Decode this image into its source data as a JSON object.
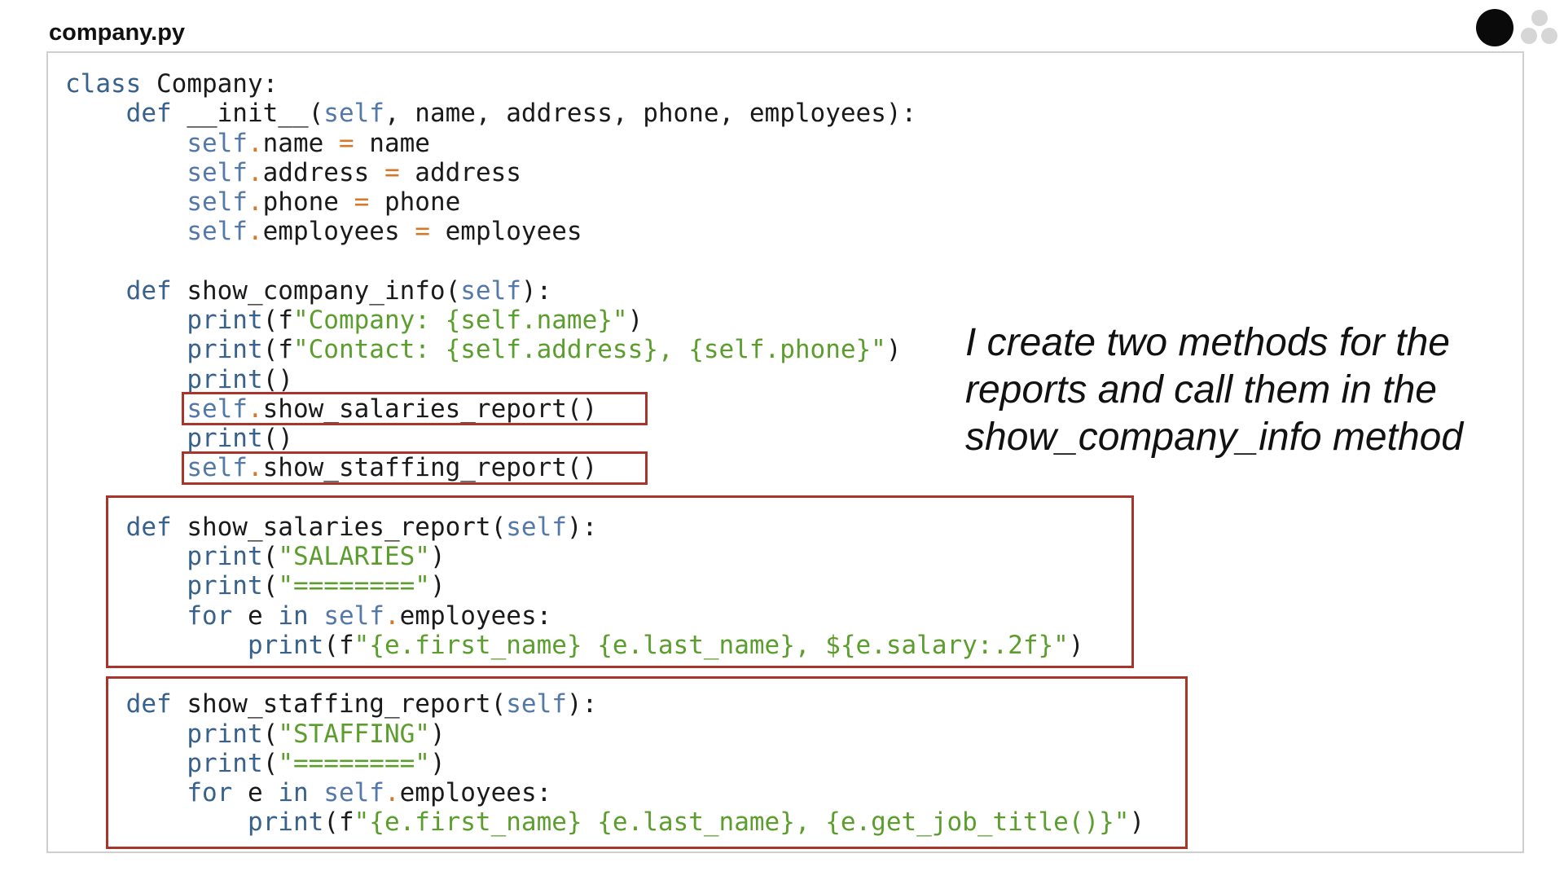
{
  "file_title": "company.py",
  "annotation": "I create two methods for the reports and call them in the show_company_info method",
  "colors": {
    "keyword": "#38618c",
    "self": "#5479a8",
    "operator": "#d27a2a",
    "string": "#5c9e2e",
    "highlight_border": "#a8352c"
  },
  "code_lines": [
    [
      [
        "keyword",
        "class"
      ],
      [
        "plain",
        " Company:"
      ]
    ],
    [
      [
        "plain",
        "    "
      ],
      [
        "keyword",
        "def"
      ],
      [
        "plain",
        " __init__("
      ],
      [
        "self",
        "self"
      ],
      [
        "plain",
        ", name, address, phone, employees):"
      ]
    ],
    [
      [
        "plain",
        "        "
      ],
      [
        "self",
        "self"
      ],
      [
        "op",
        "."
      ],
      [
        "plain",
        "name "
      ],
      [
        "op",
        "="
      ],
      [
        "plain",
        " name"
      ]
    ],
    [
      [
        "plain",
        "        "
      ],
      [
        "self",
        "self"
      ],
      [
        "op",
        "."
      ],
      [
        "plain",
        "address "
      ],
      [
        "op",
        "="
      ],
      [
        "plain",
        " address"
      ]
    ],
    [
      [
        "plain",
        "        "
      ],
      [
        "self",
        "self"
      ],
      [
        "op",
        "."
      ],
      [
        "plain",
        "phone "
      ],
      [
        "op",
        "="
      ],
      [
        "plain",
        " phone"
      ]
    ],
    [
      [
        "plain",
        "        "
      ],
      [
        "self",
        "self"
      ],
      [
        "op",
        "."
      ],
      [
        "plain",
        "employees "
      ],
      [
        "op",
        "="
      ],
      [
        "plain",
        " employees"
      ]
    ],
    [],
    [
      [
        "plain",
        "    "
      ],
      [
        "keyword",
        "def"
      ],
      [
        "plain",
        " show_company_info("
      ],
      [
        "self",
        "self"
      ],
      [
        "plain",
        "):"
      ]
    ],
    [
      [
        "plain",
        "        "
      ],
      [
        "builtin",
        "print"
      ],
      [
        "plain",
        "(f"
      ],
      [
        "string",
        "\"Company: {self.name}\""
      ],
      [
        "plain",
        ")"
      ]
    ],
    [
      [
        "plain",
        "        "
      ],
      [
        "builtin",
        "print"
      ],
      [
        "plain",
        "(f"
      ],
      [
        "string",
        "\"Contact: {self.address}, {self.phone}\""
      ],
      [
        "plain",
        ")"
      ]
    ],
    [
      [
        "plain",
        "        "
      ],
      [
        "builtin",
        "print"
      ],
      [
        "plain",
        "()"
      ]
    ],
    [
      [
        "plain",
        "        "
      ],
      [
        "self",
        "self"
      ],
      [
        "op",
        "."
      ],
      [
        "plain",
        "show_salaries_report()"
      ]
    ],
    [
      [
        "plain",
        "        "
      ],
      [
        "builtin",
        "print"
      ],
      [
        "plain",
        "()"
      ]
    ],
    [
      [
        "plain",
        "        "
      ],
      [
        "self",
        "self"
      ],
      [
        "op",
        "."
      ],
      [
        "plain",
        "show_staffing_report()"
      ]
    ],
    [],
    [
      [
        "plain",
        "    "
      ],
      [
        "keyword",
        "def"
      ],
      [
        "plain",
        " show_salaries_report("
      ],
      [
        "self",
        "self"
      ],
      [
        "plain",
        "):"
      ]
    ],
    [
      [
        "plain",
        "        "
      ],
      [
        "builtin",
        "print"
      ],
      [
        "plain",
        "("
      ],
      [
        "string",
        "\"SALARIES\""
      ],
      [
        "plain",
        ")"
      ]
    ],
    [
      [
        "plain",
        "        "
      ],
      [
        "builtin",
        "print"
      ],
      [
        "plain",
        "("
      ],
      [
        "string",
        "\"========\""
      ],
      [
        "plain",
        ")"
      ]
    ],
    [
      [
        "plain",
        "        "
      ],
      [
        "keyword",
        "for"
      ],
      [
        "plain",
        " e "
      ],
      [
        "keyword",
        "in"
      ],
      [
        "plain",
        " "
      ],
      [
        "self",
        "self"
      ],
      [
        "op",
        "."
      ],
      [
        "plain",
        "employees:"
      ]
    ],
    [
      [
        "plain",
        "            "
      ],
      [
        "builtin",
        "print"
      ],
      [
        "plain",
        "(f"
      ],
      [
        "string",
        "\"{e.first_name} {e.last_name}, ${e.salary:.2f}\""
      ],
      [
        "plain",
        ")"
      ]
    ],
    [],
    [
      [
        "plain",
        "    "
      ],
      [
        "keyword",
        "def"
      ],
      [
        "plain",
        " show_staffing_report("
      ],
      [
        "self",
        "self"
      ],
      [
        "plain",
        "):"
      ]
    ],
    [
      [
        "plain",
        "        "
      ],
      [
        "builtin",
        "print"
      ],
      [
        "plain",
        "("
      ],
      [
        "string",
        "\"STAFFING\""
      ],
      [
        "plain",
        ")"
      ]
    ],
    [
      [
        "plain",
        "        "
      ],
      [
        "builtin",
        "print"
      ],
      [
        "plain",
        "("
      ],
      [
        "string",
        "\"========\""
      ],
      [
        "plain",
        ")"
      ]
    ],
    [
      [
        "plain",
        "        "
      ],
      [
        "keyword",
        "for"
      ],
      [
        "plain",
        " e "
      ],
      [
        "keyword",
        "in"
      ],
      [
        "plain",
        " "
      ],
      [
        "self",
        "self"
      ],
      [
        "op",
        "."
      ],
      [
        "plain",
        "employees:"
      ]
    ],
    [
      [
        "plain",
        "            "
      ],
      [
        "builtin",
        "print"
      ],
      [
        "plain",
        "(f"
      ],
      [
        "string",
        "\"{e.first_name} {e.last_name}, {e.get_job_title()}\""
      ],
      [
        "plain",
        ")"
      ]
    ]
  ]
}
